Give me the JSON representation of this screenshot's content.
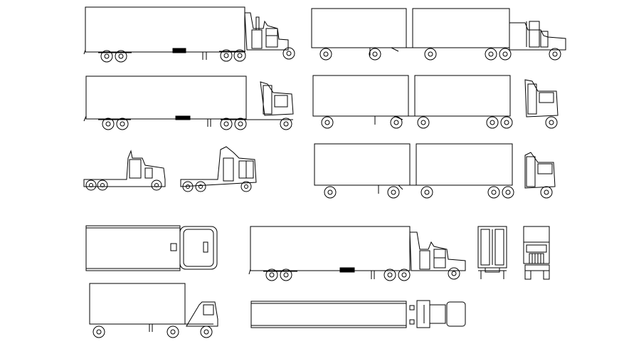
{
  "drawing": {
    "background": "#ffffff",
    "line_color": "#000000",
    "vehicles": [
      {
        "id": "conventional-tractor-trailer-large",
        "view": "side"
      },
      {
        "id": "conventional-double-trailer",
        "view": "side"
      },
      {
        "id": "cabover-tractor-trailer",
        "view": "side"
      },
      {
        "id": "cabover-double-trailer",
        "view": "side"
      },
      {
        "id": "conventional-tractor-only",
        "view": "side"
      },
      {
        "id": "cabover-tractor-only",
        "view": "side"
      },
      {
        "id": "cabover-double-trailer-2",
        "view": "side"
      },
      {
        "id": "trailer-top-view",
        "view": "top"
      },
      {
        "id": "conventional-tractor-trailer-small",
        "view": "side"
      },
      {
        "id": "trailer-rear-view",
        "view": "rear"
      },
      {
        "id": "tractor-front-view",
        "view": "front"
      },
      {
        "id": "straight-box-truck",
        "view": "side"
      },
      {
        "id": "tractor-trailer-top-view",
        "view": "top"
      }
    ]
  }
}
